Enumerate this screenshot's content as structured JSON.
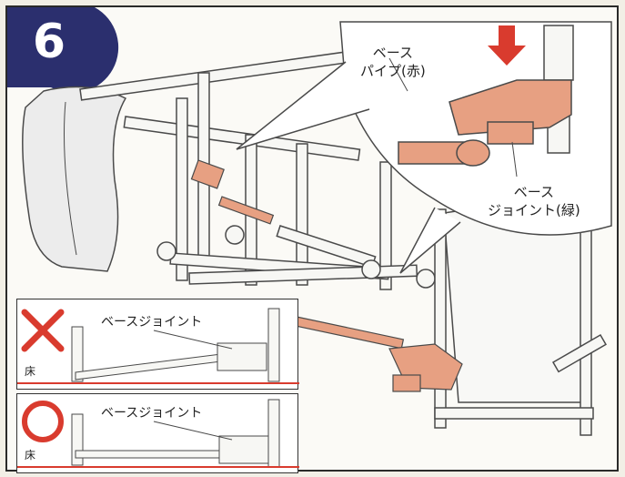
{
  "step": {
    "number": "6"
  },
  "callout": {
    "base_pipe_line1": "ベース",
    "base_pipe_line2": "パイプ(赤)",
    "base_joint_line1": "ベース",
    "base_joint_line2": "ジョイント(緑)"
  },
  "insets": [
    {
      "mark": "cross",
      "title": "ベースジョイント",
      "floor": "床"
    },
    {
      "mark": "circle",
      "title": "ベースジョイント",
      "floor": "床"
    }
  ],
  "colors": {
    "badge": "#2b2f6e",
    "highlight": "#e7a082",
    "highlight_dark": "#c97a5d",
    "arrow": "#d93b2e",
    "cross": "#d93b2e",
    "circle": "#d93b2e",
    "floor_line": "#d93b2e",
    "pipe": "#f7f7f4",
    "outline": "#4a4a4a"
  }
}
